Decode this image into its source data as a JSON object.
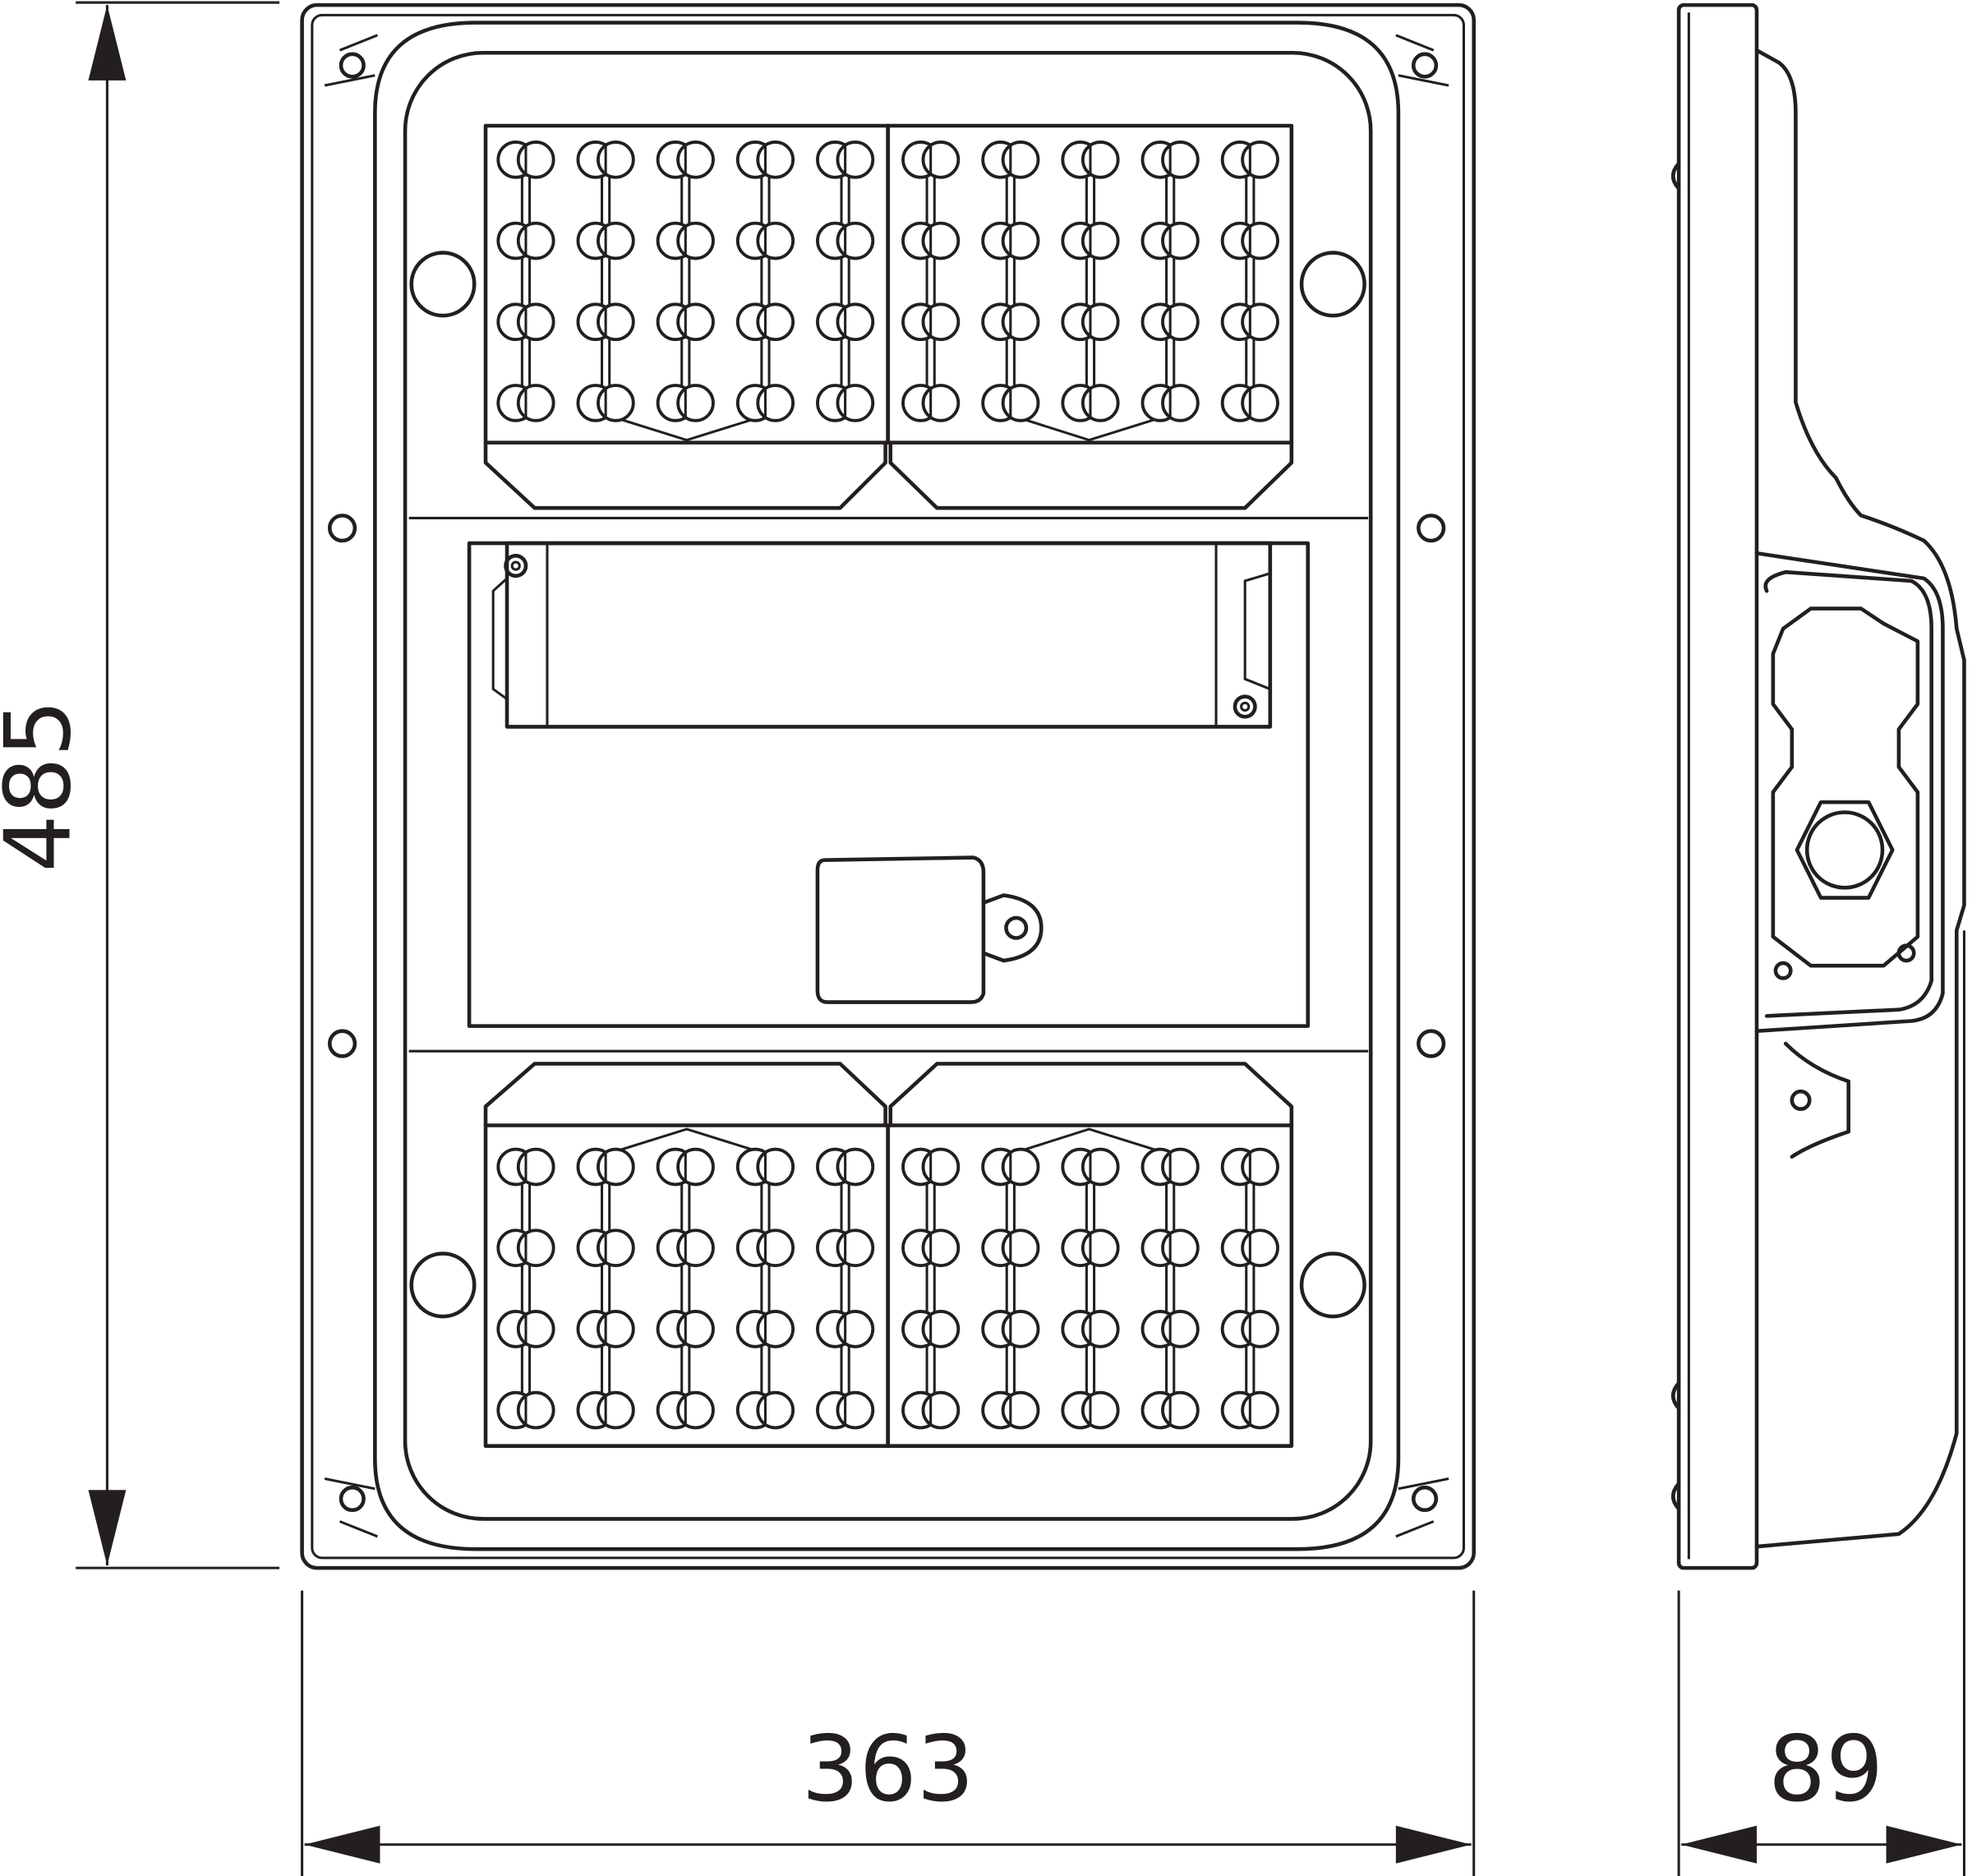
{
  "drawing": {
    "dimensions": {
      "height": "485",
      "width": "363",
      "depth": "89"
    },
    "line_color": "#231f20",
    "led_modules": [
      {
        "position": "top-left",
        "columns": 5,
        "rows": 4
      },
      {
        "position": "top-right",
        "columns": 5,
        "rows": 4
      },
      {
        "position": "bottom-left",
        "columns": 5,
        "rows": 4
      },
      {
        "position": "bottom-right",
        "columns": 5,
        "rows": 4
      }
    ]
  }
}
